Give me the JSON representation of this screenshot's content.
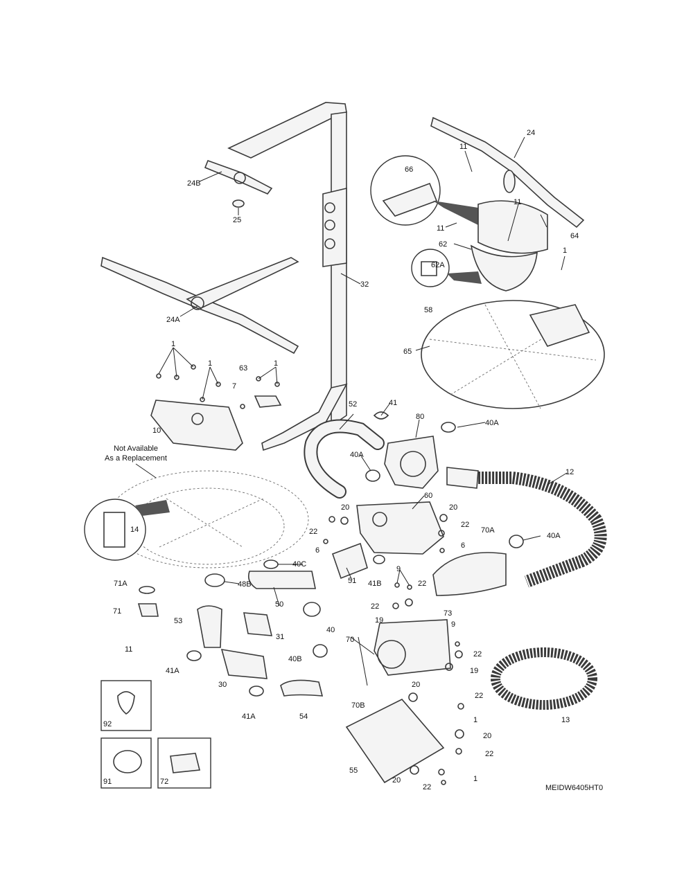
{
  "diagram": {
    "code": "MEIDW6405HT0",
    "note_lines": [
      "Not Available",
      "As a Replacement"
    ],
    "labels": {
      "l24": "24",
      "l24B": "24B",
      "l25": "25",
      "l24A": "24A",
      "l32": "32",
      "l66": "66",
      "l11a": "11",
      "l11b": "11",
      "l11c": "11",
      "l62": "62",
      "l62A": "62A",
      "l64": "64",
      "l1a": "1",
      "l58": "58",
      "l65": "65",
      "l1b": "1",
      "l1c": "1",
      "l63": "63",
      "l1d": "1",
      "l7": "7",
      "l10": "10",
      "l41a": "41",
      "l80": "80",
      "l40Aa": "40A",
      "l52": "52",
      "l40Ab": "40A",
      "l12": "12",
      "l20a": "20",
      "l60": "60",
      "l20b": "20",
      "l22a": "22",
      "l22b": "22",
      "l6a": "6",
      "l6b": "6",
      "l70A": "70A",
      "l40Ac": "40A",
      "l14": "14",
      "l71A": "71A",
      "l71": "71",
      "l11d": "11",
      "l48B": "48B",
      "l40C": "40C",
      "l50": "50",
      "l51": "51",
      "l41B": "41B",
      "l9a": "9",
      "l22c": "22",
      "l22d": "22",
      "l19a": "19",
      "l73": "73",
      "l53": "53",
      "l31": "31",
      "l40": "40",
      "l70": "70",
      "l9b": "9",
      "l22e": "22",
      "l19b": "19",
      "l41Aa": "41A",
      "l30": "30",
      "l40B": "40B",
      "l20c": "20",
      "l41Ab": "41A",
      "l54": "54",
      "l70B": "70B",
      "l22f": "22",
      "l1e": "1",
      "l13": "13",
      "l20d": "20",
      "l22g": "22",
      "l55": "55",
      "l20e": "20",
      "l22h": "22",
      "l1f": "1",
      "l92": "92",
      "l91": "91",
      "l72": "72"
    }
  },
  "colors": {
    "line": "#3a3a3a",
    "text": "#111111",
    "background": "#ffffff"
  }
}
